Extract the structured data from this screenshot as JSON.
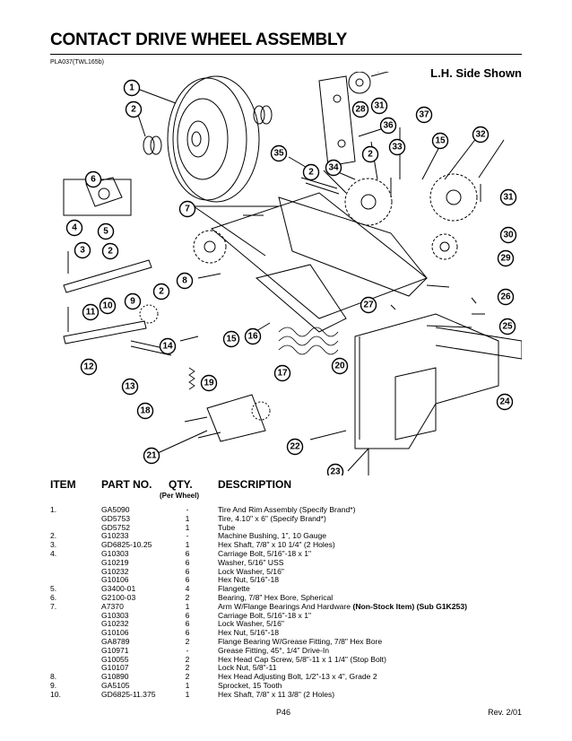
{
  "header": {
    "title": "CONTACT DRIVE WHEEL ASSEMBLY",
    "code": "PLA037(TWL165b)",
    "side_shown": "L.H. Side Shown"
  },
  "diagram": {
    "callouts": [
      "1",
      "2",
      "3",
      "4",
      "5",
      "6",
      "7",
      "8",
      "9",
      "10",
      "11",
      "12",
      "13",
      "14",
      "15",
      "16",
      "17",
      "18",
      "19",
      "20",
      "21",
      "22",
      "23",
      "24",
      "25",
      "26",
      "27",
      "28",
      "29",
      "30",
      "31",
      "32",
      "33",
      "34",
      "35",
      "36",
      "37"
    ]
  },
  "table": {
    "headers": {
      "item": "ITEM",
      "part_no": "PART NO.",
      "qty": "QTY.",
      "qty_sub": "(Per Wheel)",
      "description": "DESCRIPTION"
    },
    "rows": [
      {
        "item": "1.",
        "part": "GA5090",
        "qty": "-",
        "desc": "Tire And Rim Assembly (Specify Brand*)"
      },
      {
        "item": "",
        "part": "GD5753",
        "qty": "1",
        "desc": "Tire, 4.10\" x 6\" (Specify Brand*)"
      },
      {
        "item": "",
        "part": "GD5752",
        "qty": "1",
        "desc": "Tube"
      },
      {
        "item": "2.",
        "part": "G10233",
        "qty": "-",
        "desc": "Machine Bushing, 1\", 10 Gauge"
      },
      {
        "item": "3.",
        "part": "GD6825-10.25",
        "qty": "1",
        "desc": "Hex Shaft, 7/8\" x 10 1/4\" (2 Holes)"
      },
      {
        "item": "4.",
        "part": "G10303",
        "qty": "6",
        "desc": "Carriage Bolt, 5/16\"-18 x 1\""
      },
      {
        "item": "",
        "part": "G10219",
        "qty": "6",
        "desc": "Washer, 5/16\" USS"
      },
      {
        "item": "",
        "part": "G10232",
        "qty": "6",
        "desc": "Lock Washer, 5/16\""
      },
      {
        "item": "",
        "part": "G10106",
        "qty": "6",
        "desc": "Hex Nut, 5/16\"-18"
      },
      {
        "item": "5.",
        "part": "G3400-01",
        "qty": "4",
        "desc": "Flangette"
      },
      {
        "item": "6.",
        "part": "G2100-03",
        "qty": "2",
        "desc": "Bearing, 7/8\" Hex Bore, Spherical"
      },
      {
        "item": "7.",
        "part": "A7370",
        "qty": "1",
        "desc": "Arm W/Flange Bearings And Hardware ",
        "desc_bold": "(Non-Stock Item) (Sub G1K253)"
      },
      {
        "item": "",
        "part": "G10303",
        "qty": "6",
        "desc": "Carriage Bolt, 5/16\"-18 x 1\""
      },
      {
        "item": "",
        "part": "G10232",
        "qty": "6",
        "desc": "Lock Washer, 5/16\""
      },
      {
        "item": "",
        "part": "G10106",
        "qty": "6",
        "desc": "Hex Nut, 5/16\"-18"
      },
      {
        "item": "",
        "part": "GA8789",
        "qty": "2",
        "desc": "Flange Bearing W/Grease Fitting, 7/8\" Hex Bore"
      },
      {
        "item": "",
        "part": "G10971",
        "qty": "-",
        "desc": "Grease Fitting, 45°, 1/4\" Drive-In"
      },
      {
        "item": "",
        "part": "G10055",
        "qty": "2",
        "desc": "Hex Head Cap Screw, 5/8\"-11 x 1 1/4\" (Stop Bolt)"
      },
      {
        "item": "",
        "part": "G10107",
        "qty": "2",
        "desc": "Lock Nut, 5/8\"-11"
      },
      {
        "item": "8.",
        "part": "G10890",
        "qty": "2",
        "desc": "Hex Head Adjusting Bolt, 1/2\"-13 x 4\", Grade 2"
      },
      {
        "item": "9.",
        "part": "GA5105",
        "qty": "1",
        "desc": "Sprocket, 15 Tooth"
      },
      {
        "item": "10.",
        "part": "GD6825-11.375",
        "qty": "1",
        "desc": "Hex Shaft, 7/8\" x 11 3/8\" (2 Holes)"
      }
    ]
  },
  "footer": {
    "page": "P46",
    "rev": "Rev. 2/01"
  }
}
